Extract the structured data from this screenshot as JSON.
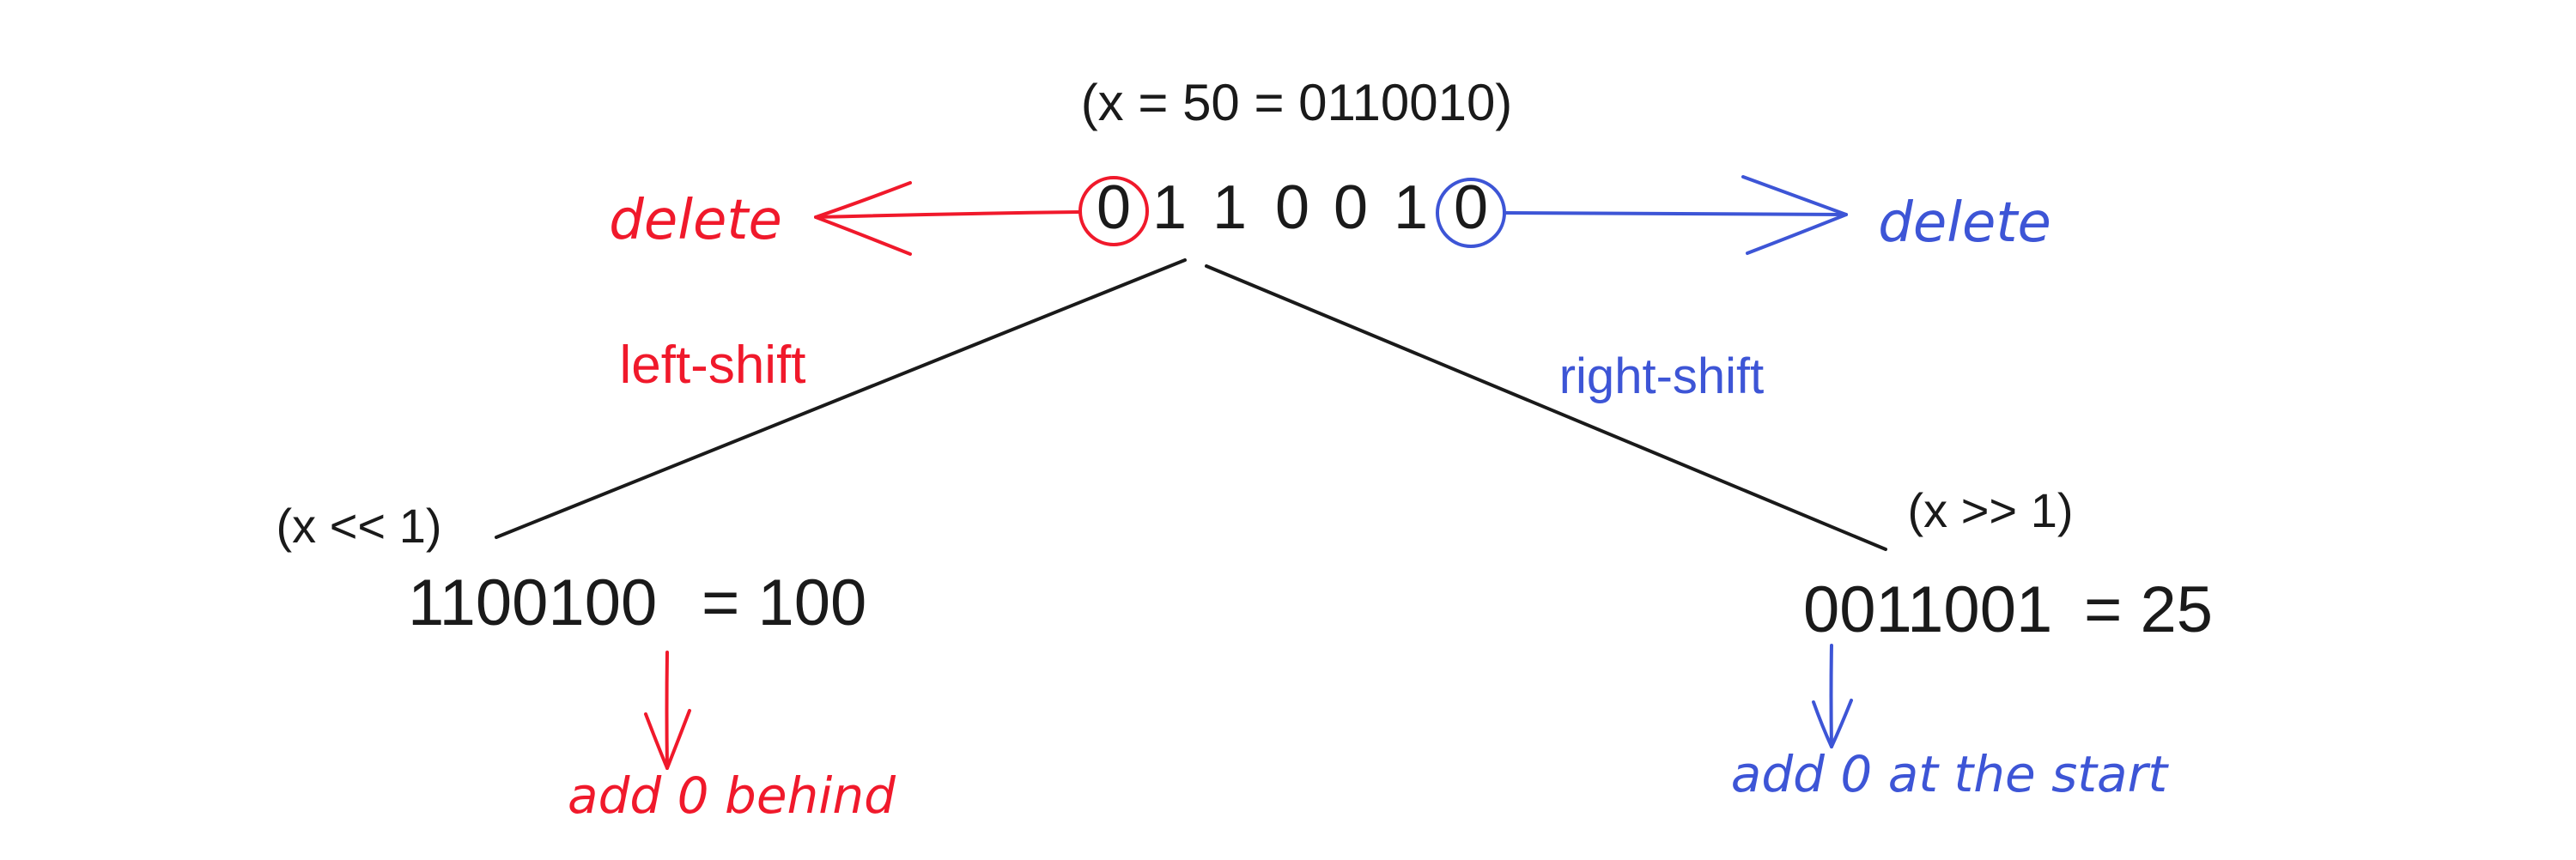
{
  "diagram": {
    "header": "(x = 50 = 0110010)",
    "bits": [
      "0",
      "1",
      "1",
      "0",
      "0",
      "1",
      "0"
    ],
    "delete_left": "delete",
    "delete_right": "delete",
    "left_branch": {
      "label": "left-shift",
      "expr": "(x << 1)",
      "bits": "1100100",
      "result": "= 100",
      "note": "add 0 behind"
    },
    "right_branch": {
      "label": "right-shift",
      "expr": "(x >> 1)",
      "bits": "0011001",
      "result": "= 25",
      "note": "add 0 at the start"
    },
    "colors": {
      "text": "#1a1a1a",
      "left": "#f0192b",
      "right": "#3d55d6",
      "line": "#1a1a1a"
    }
  }
}
